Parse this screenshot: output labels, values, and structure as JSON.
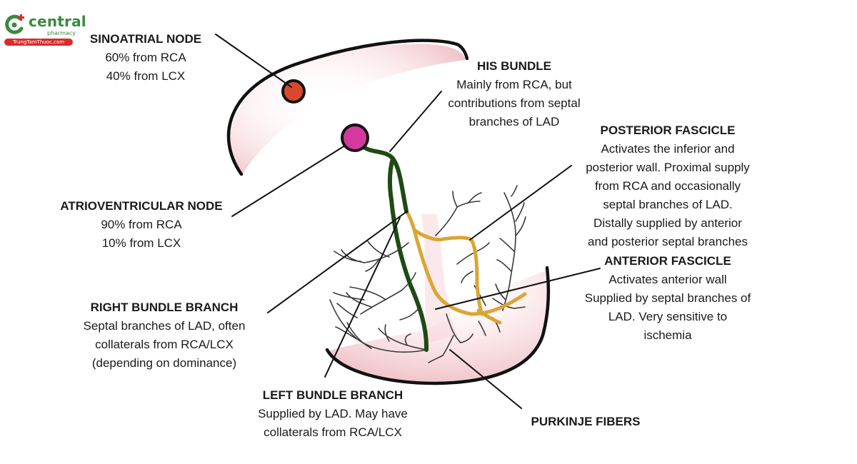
{
  "logo": {
    "brand": "central",
    "sub": "pharmacy",
    "url": "TrungTamThuoc.com",
    "colors": {
      "green": "#3a8a3f",
      "red": "#d92b2b"
    }
  },
  "colors": {
    "outline": "#111111",
    "tissue": "#f3c9cf",
    "sa_node": "#d9482b",
    "av_node": "#d4399e",
    "his_bundle": "#1f4a14",
    "fascicles": "#d9a634",
    "purkinje": "#3a3a3a"
  },
  "labels": {
    "sa_node": {
      "title": "SINOATRIAL NODE",
      "lines": [
        "60% from RCA",
        "40% from LCX"
      ]
    },
    "his_bundle": {
      "title": "HIS BUNDLE",
      "lines": [
        "Mainly from RCA, but",
        "contributions from septal",
        "branches of LAD"
      ]
    },
    "posterior_fascicle": {
      "title": "POSTERIOR FASCICLE",
      "lines": [
        "Activates the inferior and",
        "posterior wall. Proximal supply",
        "from RCA and occasionally",
        "septal branches of LAD.",
        "Distally supplied by anterior",
        "and posterior septal branches"
      ]
    },
    "av_node": {
      "title": "ATRIOVENTRICULAR NODE",
      "lines": [
        "90% from RCA",
        "10% from LCX"
      ]
    },
    "anterior_fascicle": {
      "title": "ANTERIOR FASCICLE",
      "lines": [
        "Activates anterior wall",
        "Supplied by septal branches of",
        "LAD. Very sensitive to",
        "ischemia"
      ]
    },
    "right_bundle_branch": {
      "title": "RIGHT BUNDLE BRANCH",
      "lines": [
        "Septal branches of LAD, often",
        "collaterals from RCA/LCX",
        "(depending on dominance)"
      ]
    },
    "left_bundle_branch": {
      "title": "LEFT BUNDLE BRANCH",
      "lines": [
        "Supplied by LAD. May have",
        "collaterals from RCA/LCX"
      ]
    },
    "purkinje_fibers": {
      "title": "PURKINJE FIBERS",
      "lines": []
    }
  }
}
